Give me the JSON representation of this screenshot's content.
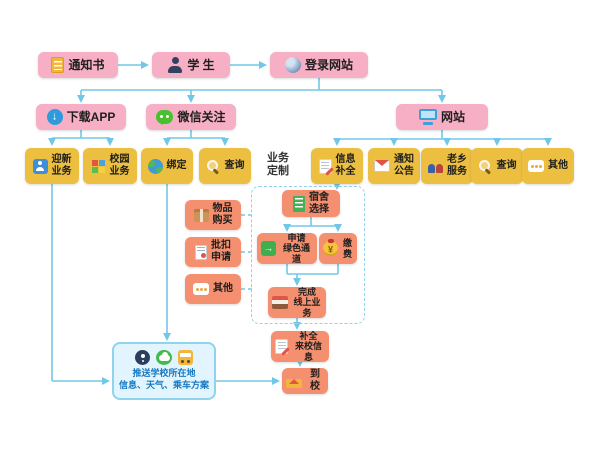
{
  "colors": {
    "pink_node": "#f7afc6",
    "yellow_node": "#ecbf41",
    "orange_node": "#f4906f",
    "arrow": "#72c7e7",
    "info_box_bg": "#e2f4fd",
    "info_box_border": "#8fd3ef",
    "info_text": "#1779c2"
  },
  "nodes": {
    "notice": {
      "label": "通知书",
      "icon": "document-icon"
    },
    "student": {
      "label": "学 生",
      "icon": "student-icon"
    },
    "login": {
      "label": "登录网站",
      "icon": "globe-icon"
    },
    "download_app": {
      "label": "下载APP",
      "icon": "download-icon"
    },
    "wechat_follow": {
      "label": "微信关注",
      "icon": "wechat-icon"
    },
    "website": {
      "label": "网站",
      "icon": "monitor-icon"
    },
    "welcome_biz": {
      "label": "迎新\n业务",
      "icon": "welcome-icon"
    },
    "campus_biz": {
      "label": "校园\n业务",
      "icon": "apps-grid-icon"
    },
    "bind": {
      "label": "绑定",
      "icon": "earth-icon"
    },
    "query_wechat": {
      "label": "查询",
      "icon": "search-icon"
    },
    "biz_custom": {
      "label": "业务\n定制"
    },
    "info_complete": {
      "label": "信息\n补全",
      "icon": "edit-icon"
    },
    "announcement": {
      "label": "通知\n公告",
      "icon": "mail-icon"
    },
    "hometown_svc": {
      "label": "老乡\n服务",
      "icon": "people-icon"
    },
    "query_web": {
      "label": "查询",
      "icon": "search-icon"
    },
    "other_web": {
      "label": "其他",
      "icon": "dots-icon"
    },
    "purchase": {
      "label": "物品\n购买",
      "icon": "package-icon"
    },
    "batch_apply": {
      "label": "批扣\n申请",
      "icon": "form-icon"
    },
    "other_biz": {
      "label": "其他",
      "icon": "dots-icon"
    },
    "dorm_select": {
      "label": "宿舍\n选择",
      "icon": "building-icon"
    },
    "green_channel": {
      "label": "申请\n绿色通道",
      "icon": "green-channel-icon"
    },
    "pay": {
      "label": "缴费",
      "icon": "money-bag-icon"
    },
    "finish_online": {
      "label": "完成\n线上业务",
      "icon": "books-icon"
    },
    "fill_arrival": {
      "label": "补全\n来校信息",
      "icon": "edit-icon"
    },
    "arrive": {
      "label": "到校",
      "icon": "school-icon"
    },
    "push_info": {
      "label": "推送学校所在地\n信息、天气、乘车方案",
      "icons": [
        "location-icon",
        "weather-icon",
        "bus-icon"
      ]
    }
  }
}
